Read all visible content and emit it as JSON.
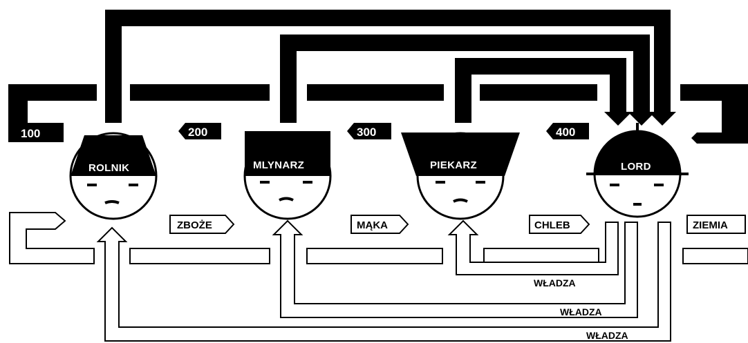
{
  "people": [
    {
      "name": "ROLNIK"
    },
    {
      "name": "MLYNARZ"
    },
    {
      "name": "PIEKARZ"
    },
    {
      "name": "LORD"
    }
  ],
  "money": {
    "top_payments": [
      "100",
      "100",
      "100"
    ],
    "left_entry": "100",
    "flows": [
      "200",
      "300",
      "400"
    ]
  },
  "goods": [
    "ZBOŻE",
    "MĄKA",
    "CHLEB",
    "ZIEMIA"
  ],
  "power": [
    "WŁADZA",
    "WŁADZA",
    "WŁADZA"
  ],
  "colors": {
    "ink": "#000000",
    "paper": "#ffffff"
  }
}
